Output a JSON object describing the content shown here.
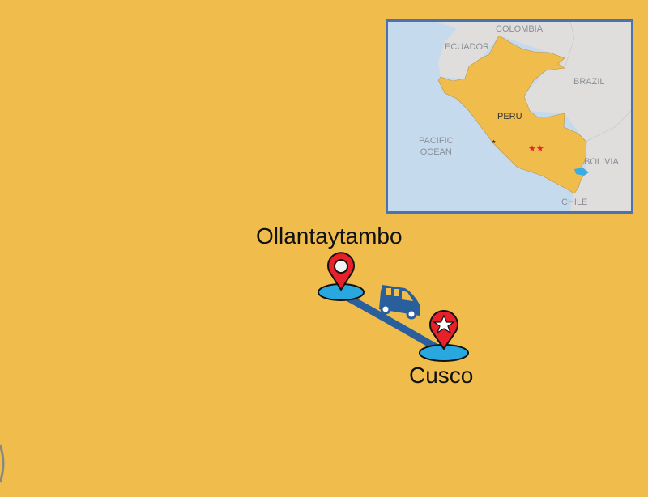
{
  "inset_map": {
    "labels": {
      "colombia": "COLOMBIA",
      "ecuador": "ECUADOR",
      "brazil": "BRAZIL",
      "peru": "PERU",
      "pacific_line1": "PACIFIC",
      "pacific_line2": "OCEAN",
      "bolivia": "BOLIVIA",
      "chile": "CHILE"
    },
    "colors": {
      "ocean": "#c6daee",
      "land": "#e0dedd",
      "peru": "#F0BC4C",
      "border": "#4a72b0",
      "marker": "#e8202a"
    }
  },
  "route": {
    "start": {
      "name": "Ollantaytambo",
      "icon": "map-pin-circle-icon"
    },
    "end": {
      "name": "Cusco",
      "icon": "map-pin-star-icon"
    },
    "vehicle_icon": "van-icon",
    "colors": {
      "pin": "#e8202a",
      "base": "#29a8e0",
      "path": "#2a5f9e",
      "background": "#F0BC4C"
    }
  }
}
